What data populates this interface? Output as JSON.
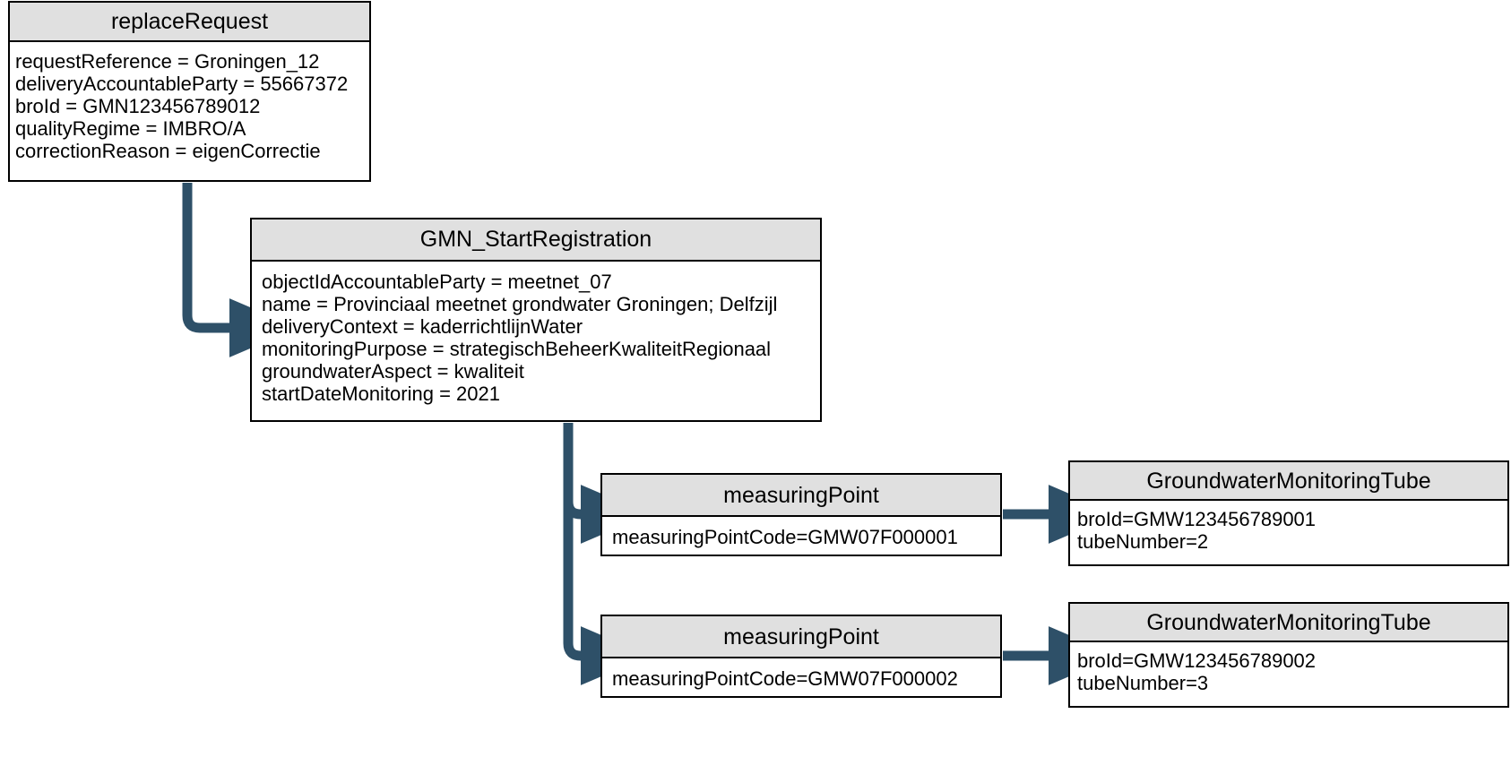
{
  "diagram": {
    "type": "uml-object-diagram",
    "connector_color": "#2e5068",
    "header_fill": "#e0e0e0",
    "box_border_color": "#000000",
    "background": "#ffffff"
  },
  "boxes": {
    "replace_request": {
      "title": "replaceRequest",
      "attributes": [
        "requestReference = Groningen_12",
        "deliveryAccountableParty = 55667372",
        "broId = GMN123456789012",
        "qualityRegime = IMBRO/A",
        "correctionReason = eigenCorrectie"
      ]
    },
    "gmn_start_registration": {
      "title": "GMN_StartRegistration",
      "attributes": [
        "objectIdAccountableParty = meetnet_07",
        "name = Provinciaal meetnet grondwater Groningen; Delfzijl",
        "deliveryContext = kaderrichtlijnWater",
        "monitoringPurpose = strategischBeheerKwaliteitRegionaal",
        "groundwaterAspect = kwaliteit",
        "startDateMonitoring = 2021"
      ]
    },
    "measuring_point_1": {
      "title": "measuringPoint",
      "attributes": [
        "measuringPointCode=GMW07F000001"
      ]
    },
    "measuring_point_2": {
      "title": "measuringPoint",
      "attributes": [
        "measuringPointCode=GMW07F000002"
      ]
    },
    "tube_1": {
      "title": "GroundwaterMonitoringTube",
      "attributes": [
        "broId=GMW123456789001",
        "tubeNumber=2"
      ]
    },
    "tube_2": {
      "title": "GroundwaterMonitoringTube",
      "attributes": [
        "broId=GMW123456789002",
        "tubeNumber=3"
      ]
    }
  }
}
